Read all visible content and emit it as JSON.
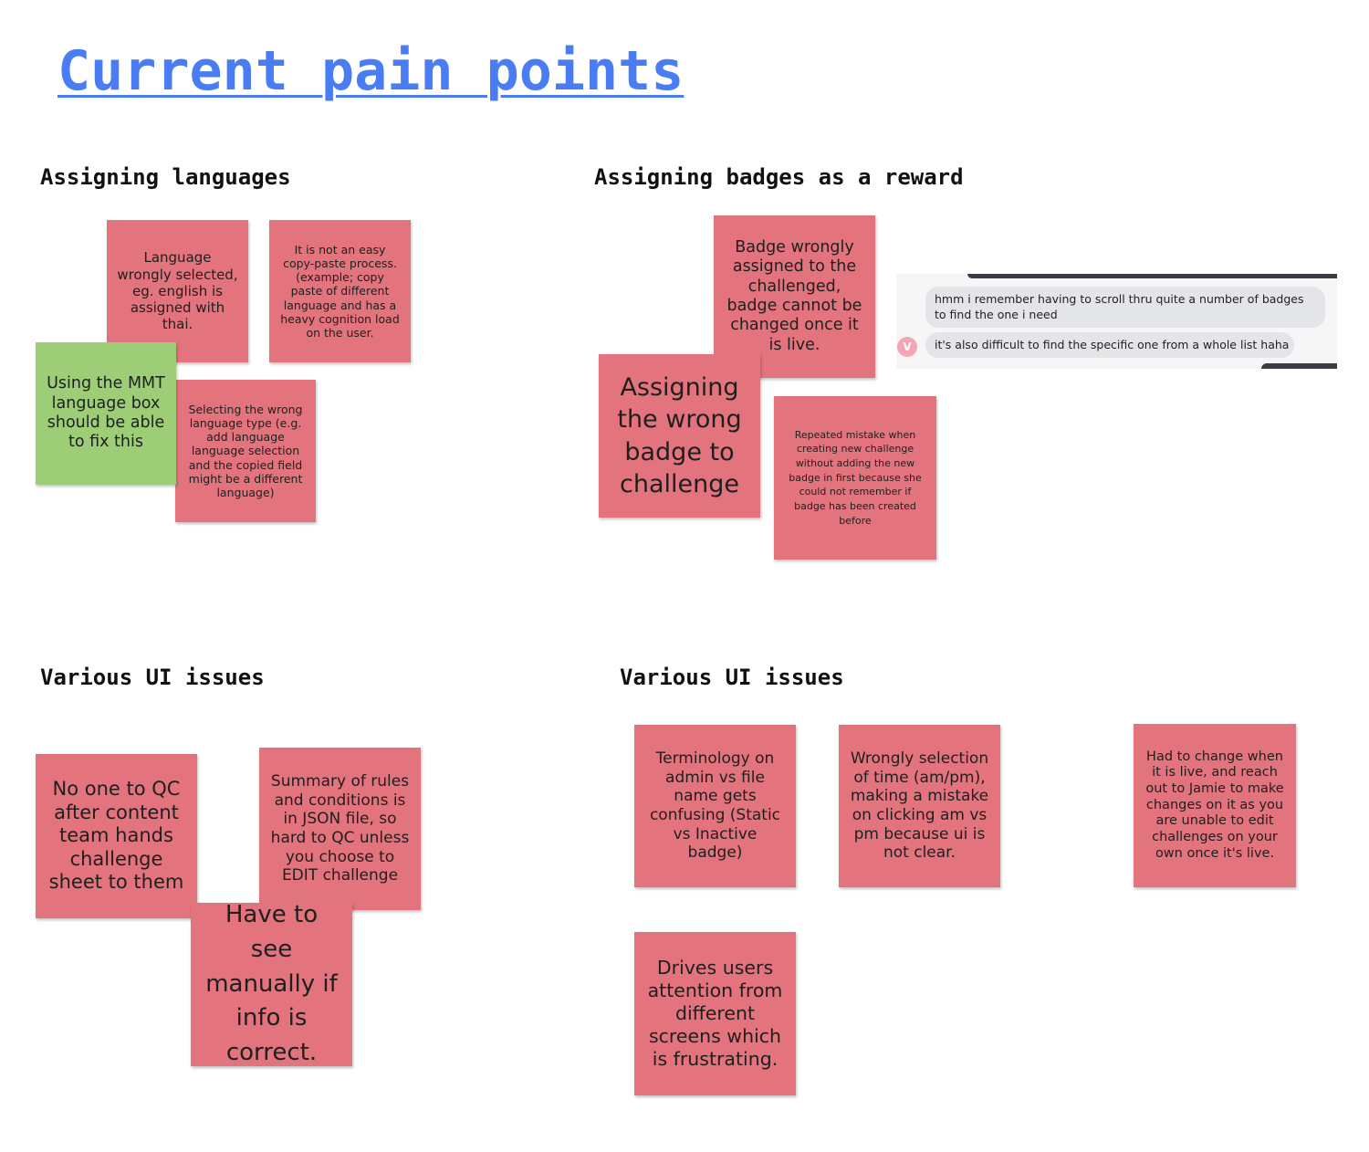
{
  "page": {
    "title": "Current pain points"
  },
  "sections": {
    "assigning_languages": {
      "heading": "Assigning languages"
    },
    "assigning_badges": {
      "heading": "Assigning badges as a reward"
    },
    "ui_issues_left": {
      "heading": "Various UI issues"
    },
    "ui_issues_right": {
      "heading": "Various UI issues"
    }
  },
  "notes": {
    "lang_wrongly_selected": "Language wrongly selected, eg. english is assigned with thai.",
    "copy_paste_process": "It is not an easy copy-paste process. (example; copy paste of different language and has a heavy cognition load on the user.",
    "mmt_language_box": "Using the MMT language box should be able to fix this",
    "wrong_language_type": "Selecting the wrong language type (e.g. add language language selection and the copied field might be a different language)",
    "badge_wrongly_assigned": "Badge wrongly assigned to the challenged, badge cannot be changed once it is live.",
    "wrong_badge_to_challenge": "Assigning the wrong badge to challenge",
    "repeated_mistake": "Repeated mistake when creating new challenge without adding the new badge in first because she could not remember if badge has been created before",
    "no_qc": "No one to QC after content team hands challenge sheet to them",
    "json_summary": "Summary of rules and conditions is in JSON file, so hard to QC unless you choose to EDIT challenge",
    "manual_check": "Have to see manually if info is correct.",
    "terminology": "Terminology on admin vs file name gets confusing (Static vs Inactive badge)",
    "time_selection": "Wrongly selection of time (am/pm), making a mistake on clicking am vs pm because ui is not clear.",
    "change_when_live": "Had to change when it is live, and reach out to Jamie to make changes on it as you are unable to edit challenges on your own once it's live.",
    "drives_attention": "Drives users attention from different screens which is frustrating."
  },
  "chat": {
    "message_1": "hmm i remember having to scroll thru quite a number of badges to find the one i need",
    "message_2": "it's also difficult to find the specific one from a whole list haha",
    "avatar_initial": "V"
  },
  "colors": {
    "title": "#4a7cf4",
    "sticky_red": "#e3737d",
    "sticky_green": "#9ecd77",
    "chat_avatar": "#f3a7b4"
  }
}
